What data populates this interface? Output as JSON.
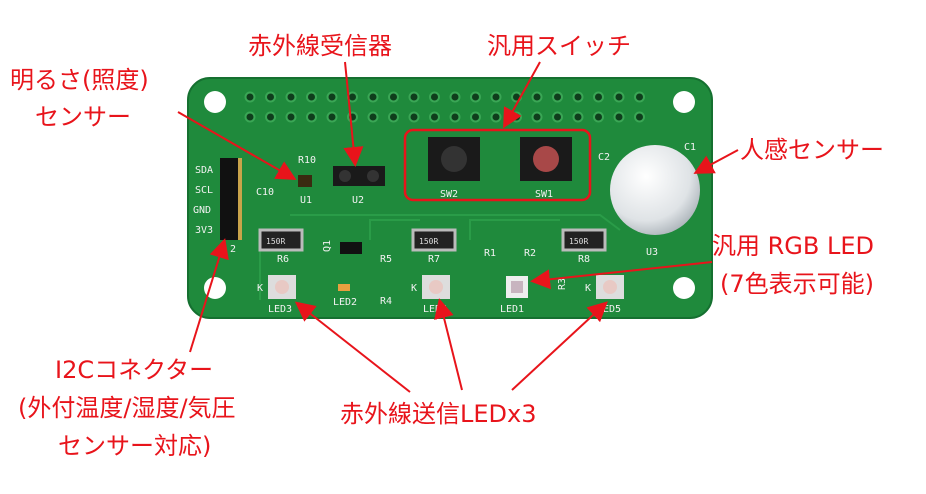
{
  "annotations": {
    "light_sensor": [
      "明るさ(照度)",
      "センサー"
    ],
    "ir_receiver": "赤外線受信器",
    "switch": "汎用スイッチ",
    "motion_sensor": "人感センサー",
    "rgb_led": [
      "汎用 RGB LED",
      "(7色表示可能)"
    ],
    "i2c": [
      "I2Cコネクター",
      "(外付温度/湿度/気圧",
      "センサー対応)"
    ],
    "ir_tx": "赤外線送信LEDx3"
  },
  "silkscreen": {
    "pins": [
      "SDA",
      "SCL",
      "GND",
      "3V3"
    ],
    "pin_num": "2",
    "r10": "R10",
    "c10": "C10",
    "u1": "U1",
    "u2": "U2",
    "sw2": "SW2",
    "sw1": "SW1",
    "c2": "C2",
    "c1": "C1",
    "u3": "U3",
    "r6": "R6",
    "r7": "R7",
    "r8": "R8",
    "r1": "R1",
    "r2": "R2",
    "r3": "R3",
    "r4": "R4",
    "r5": "R5",
    "q1": "Q1",
    "led3": "LED3",
    "led2": "LED2",
    "led4": "LED4",
    "led1": "LED1",
    "led5": "LED5",
    "k": "K",
    "res_value": "150R"
  },
  "colors": {
    "board": "#1f8a3c",
    "annotation": "#e8141b"
  }
}
